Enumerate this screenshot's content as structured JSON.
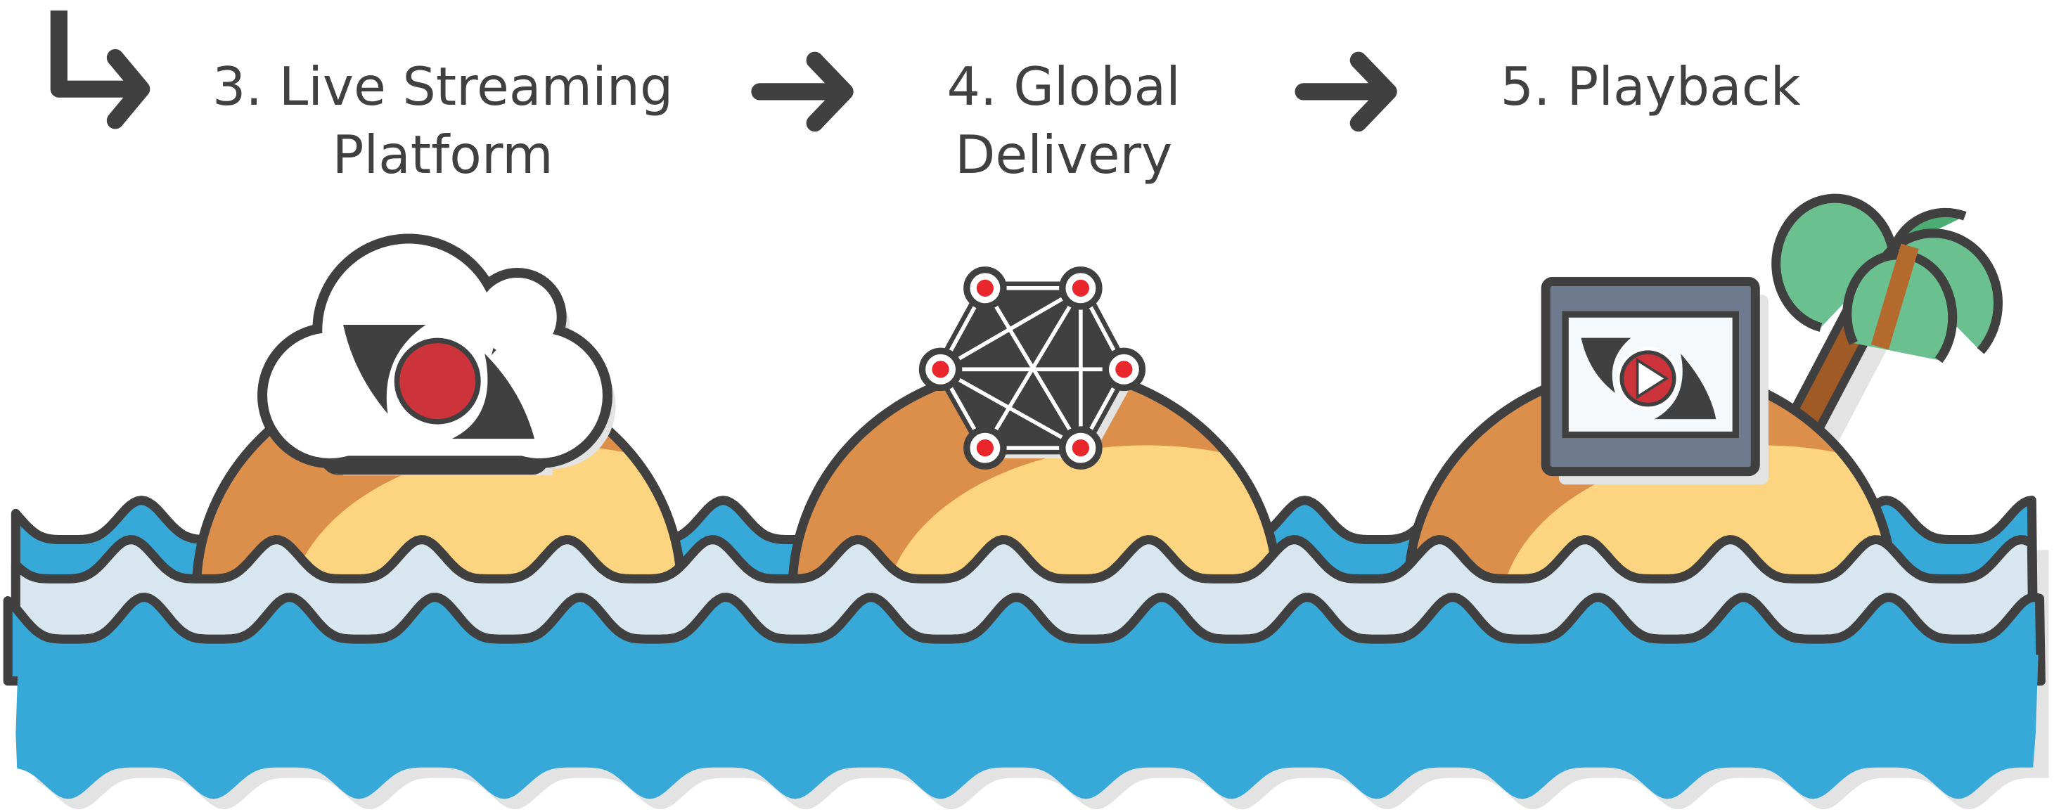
{
  "steps": [
    {
      "number": "3.",
      "line1": "3. Live Streaming",
      "line2": "Platform",
      "icon": "cloud-record-icon"
    },
    {
      "number": "4.",
      "line1": "4. Global",
      "line2": "Delivery",
      "icon": "network-nodes-icon"
    },
    {
      "number": "5.",
      "line1": "5. Playback",
      "line2": "",
      "icon": "video-player-icon"
    }
  ],
  "icons": [
    "corner-arrow-icon",
    "arrow-right-icon",
    "island-icon",
    "palm-tree-icon",
    "ocean-waves-icon"
  ],
  "colors": {
    "outline": "#404040",
    "water": "#37a9d9",
    "foam": "#d8e7ef",
    "sand_light": "#fdd47f",
    "sand_dark": "#db8f4b",
    "accent_red": "#cc333a",
    "node_red": "#e8262b",
    "leaf_light": "#6bc08f",
    "leaf_dark": "#4dab74",
    "trunk": "#b46a2d",
    "monitor": "#6e7a8e",
    "shadow": "#e3e3e3"
  }
}
